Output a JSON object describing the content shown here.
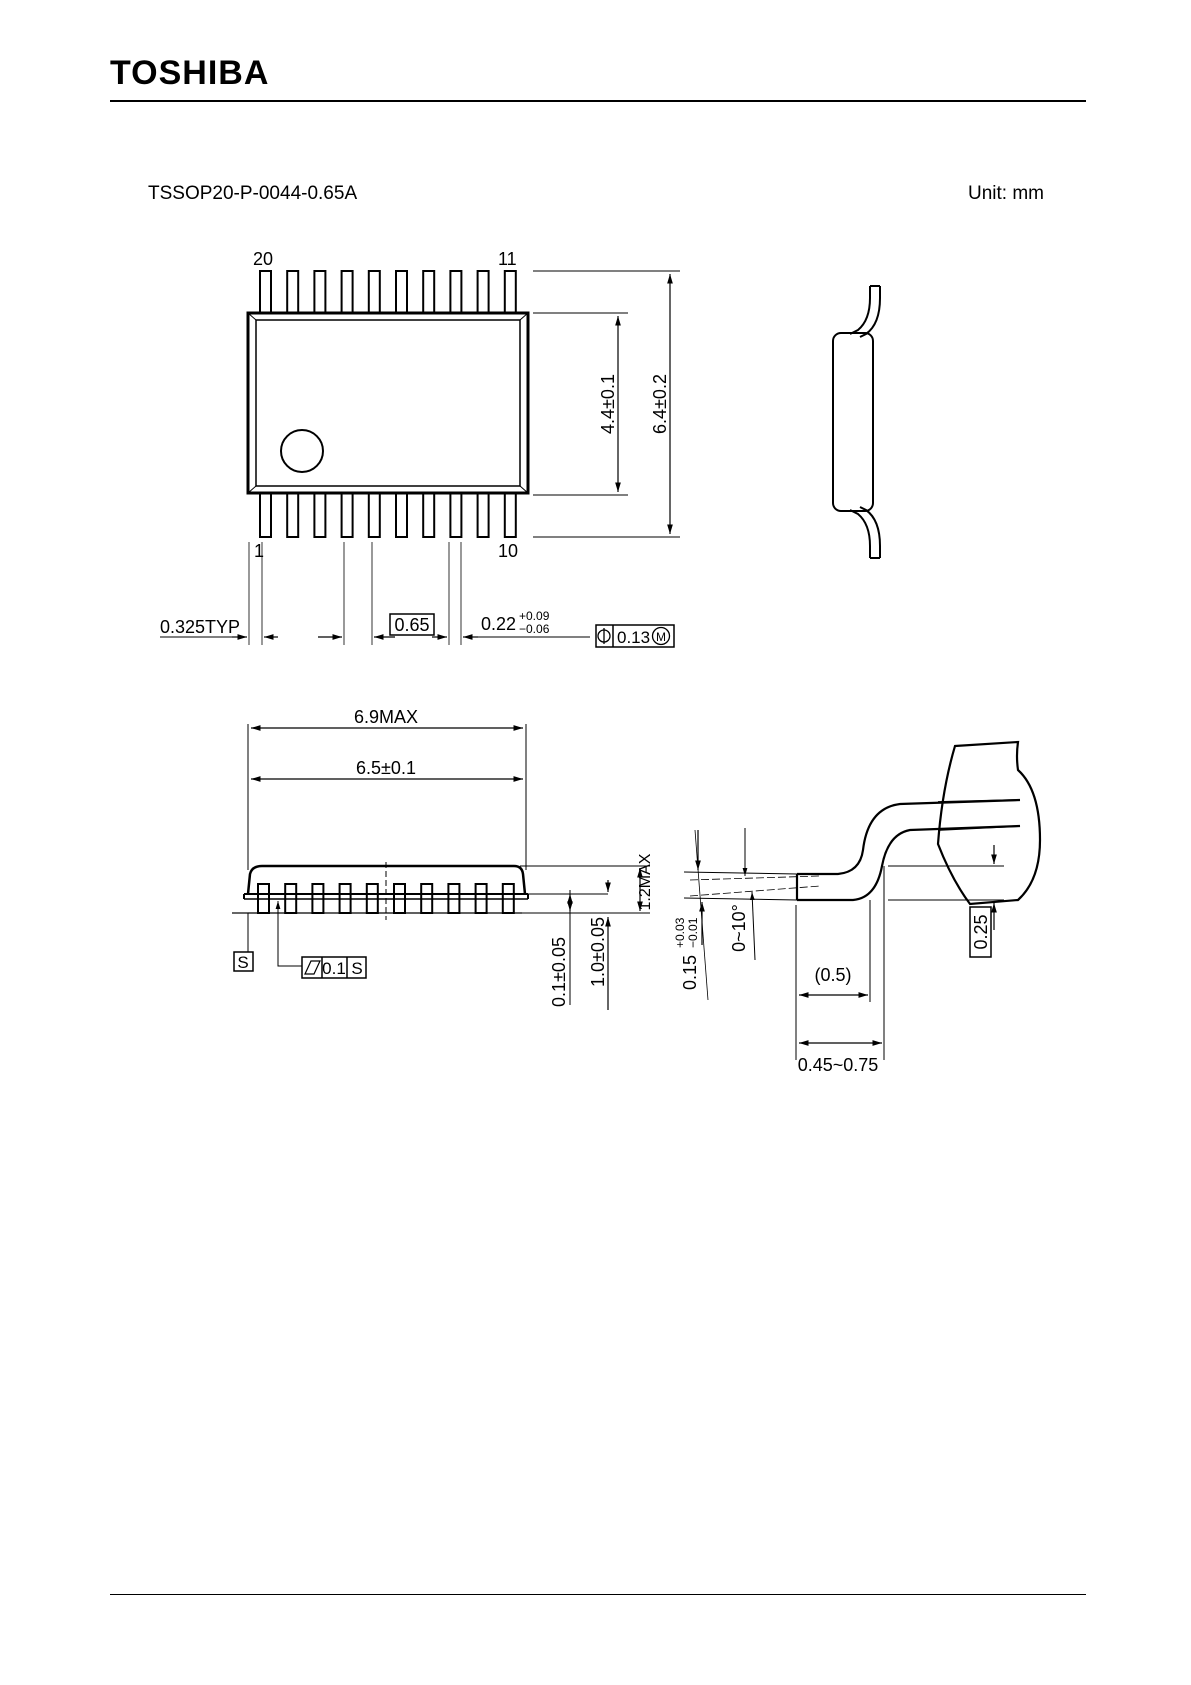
{
  "header": {
    "brand": "TOSHIBA"
  },
  "package": {
    "code": "TSSOP20-P-0044-0.65A",
    "unit": "Unit: mm"
  },
  "top_view": {
    "pin_labels": {
      "top_left": "20",
      "top_right": "11",
      "bottom_left": "1",
      "bottom_right": "10"
    },
    "body_width": "4.4±0.1",
    "total_width": "6.4±0.2",
    "pitch_offset": "0.325TYP",
    "pitch": "0.65",
    "lead_width": "0.22",
    "lead_width_tol_plus": "+0.09",
    "lead_width_tol_minus": "−0.06",
    "position_tol": "0.13",
    "position_symbol": "⌖",
    "mmc": "M"
  },
  "front_view": {
    "max_length": "6.9MAX",
    "body_length": "6.5±0.1",
    "max_height": "1.2MAX",
    "standoff": "0.1±0.05",
    "body_height": "1.0±0.05",
    "datum": "S",
    "flatness": "0.1",
    "flatness_datum": "S"
  },
  "lead_detail": {
    "lead_thickness": "0.15",
    "lead_thickness_tol_plus": "+0.03",
    "lead_thickness_tol_minus": "−0.01",
    "angle": "0~10°",
    "gauge": "0.25",
    "foot_ref": "(0.5)",
    "foot_length": "0.45~0.75"
  }
}
